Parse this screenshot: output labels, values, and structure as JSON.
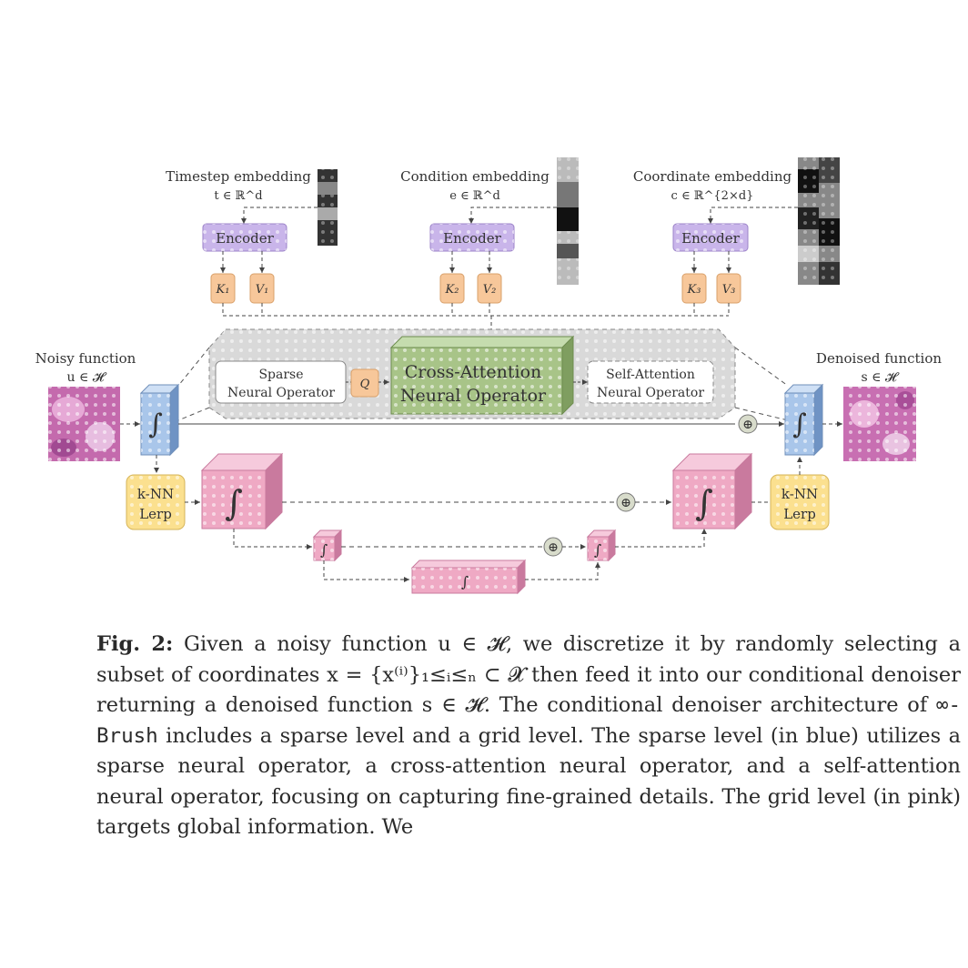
{
  "figure": {
    "inputs": [
      {
        "title": "Timestep embedding",
        "math": "t ∈ ℝ^d",
        "encoder": "Encoder",
        "keys": [
          "K",
          "V"
        ],
        "sub": "1"
      },
      {
        "title": "Condition embedding",
        "math": "e ∈ ℝ^d",
        "encoder": "Encoder",
        "keys": [
          "K",
          "V"
        ],
        "sub": "2"
      },
      {
        "title": "Coordinate embedding",
        "math": "c ∈ ℝ^{2×d}",
        "encoder": "Encoder",
        "keys": [
          "K",
          "V"
        ],
        "sub": "3"
      }
    ],
    "noisy": {
      "title": "Noisy function",
      "math": "u ∈ 𝓗"
    },
    "denoised": {
      "title": "Denoised function",
      "math": "s ∈ 𝓗"
    },
    "sparse_op": [
      "Sparse",
      "Neural Operator"
    ],
    "query": "Q",
    "cross_op": [
      "Cross-Attention",
      "Neural Operator"
    ],
    "self_op": [
      "Self-Attention",
      "Neural Operator"
    ],
    "knn": [
      "k-NN",
      "Lerp"
    ],
    "integral": "∫",
    "plus": "⊕",
    "colors": {
      "encoder": "#c9b5ea",
      "kv": "#f7c79a",
      "sparse": "#a9c6ea",
      "grid": "#efa9c4",
      "cross": "#a8c488",
      "knn": "#fbe08f",
      "panel": "#d8d8d8"
    }
  },
  "caption": {
    "label": "Fig. 2:",
    "lines": [
      "Given a noisy function u ∈ 𝓗, we discretize it by randomly selecting a subset of",
      "coordinates x = {x⁽ⁱ⁾}₁≤ᵢ≤ₙ ⊂ 𝓧 then feed it into our conditional denoiser returning a",
      "denoised function s ∈ 𝓗. The conditional denoiser architecture of",
      "∞-Brush",
      "includes a",
      "sparse level and a grid level. The sparse level (in blue) utilizes a sparse neural operator,",
      "a cross-attention neural operator, and a self-attention neural operator, focusing on",
      "capturing fine-grained details. The grid level (in pink) targets global information. We"
    ]
  }
}
